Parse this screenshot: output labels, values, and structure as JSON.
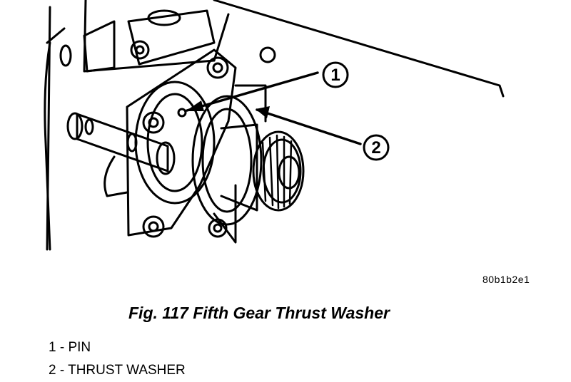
{
  "figure": {
    "code": "80b1b2e1",
    "caption": "Fig. 117 Fifth Gear Thrust Washer",
    "callouts": [
      {
        "number": "1",
        "label": "PIN"
      },
      {
        "number": "2",
        "label": "THRUST WASHER"
      }
    ]
  },
  "legend": [
    "1 - PIN",
    "2 - THRUST WASHER"
  ]
}
